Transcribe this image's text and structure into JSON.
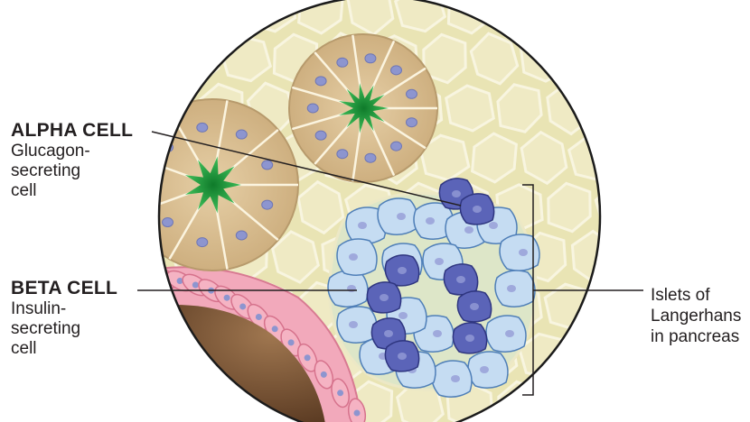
{
  "labels": {
    "alpha": {
      "title": "ALPHA CELL",
      "description": "Glucagon-\nsecreting\ncell"
    },
    "beta": {
      "title": "BETA CELL",
      "description": "Insulin-\nsecreting\ncell"
    },
    "islets": {
      "description": "Islets of\nLangerhans\nin pancreas"
    }
  },
  "colors": {
    "tissue_background": "#e9e4b4",
    "tissue_cell_outline": "#f7f4dc",
    "acinar_cell": "#d8bd90",
    "acinar_lumen": "#1f9b3a",
    "nucleus": "#8d95cf",
    "alpha_cell": "#5b64b8",
    "beta_cell": "#c5dcf2",
    "duct_epithelium": "#ef9bb0",
    "duct_lumen": "#6e4a2e",
    "leader_line": "#231f20"
  }
}
